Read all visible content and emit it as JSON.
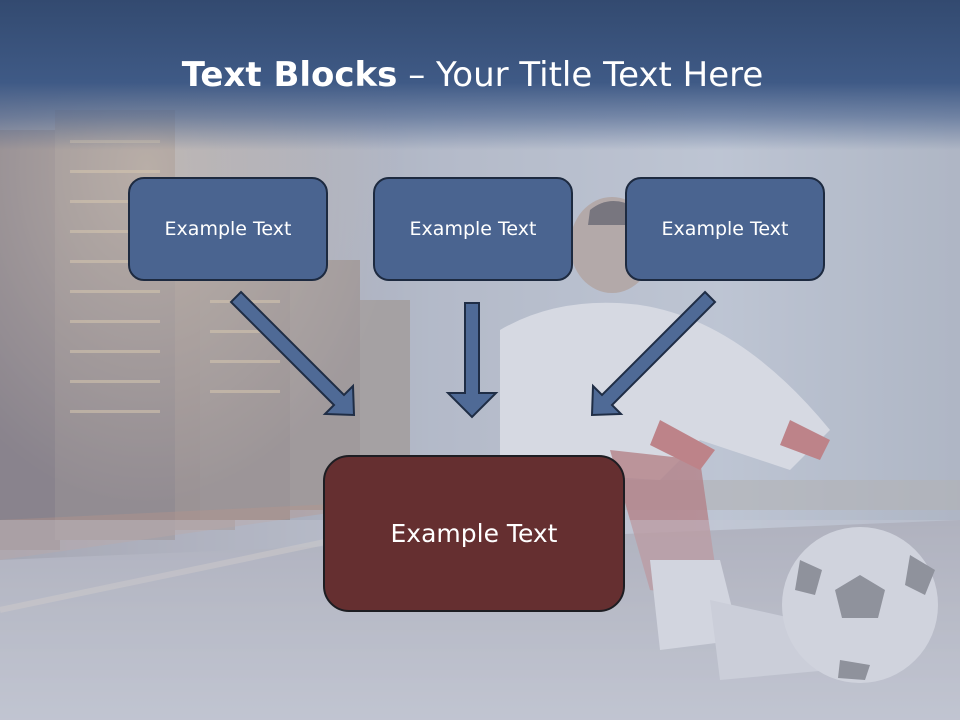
{
  "title": {
    "bold": "Text Blocks",
    "dash": " – ",
    "regular": "Your Title Text Here"
  },
  "boxes": {
    "left": "Example Text",
    "center": "Example Text",
    "right": "Example Text",
    "main": "Example Text"
  },
  "colors": {
    "top_box": "#4a6490",
    "main_box": "#652f30",
    "title_band": "#3f5a86",
    "arrow_fill": "#4f6a96"
  }
}
